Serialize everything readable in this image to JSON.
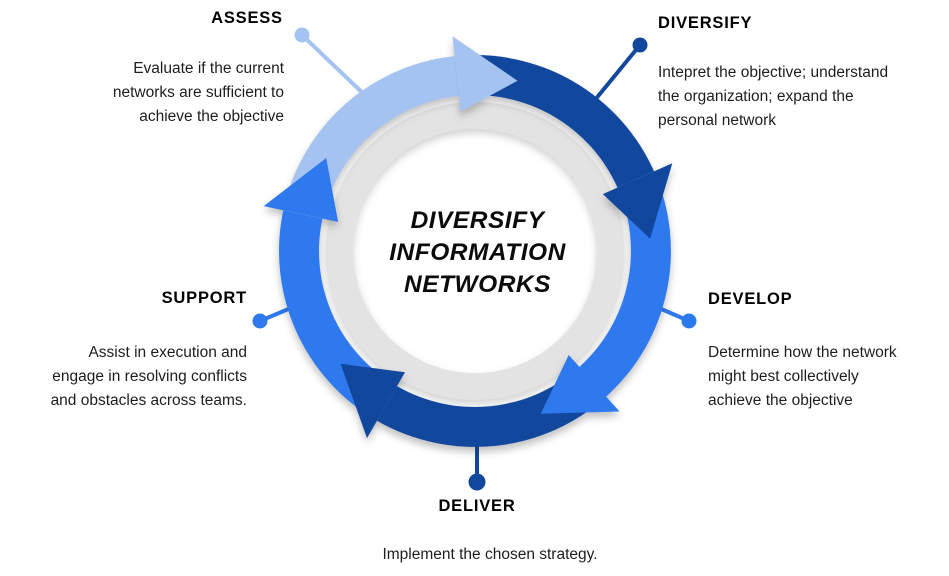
{
  "center": {
    "line1": "DIVERSIFY",
    "line2": "INFORMATION",
    "line3": "NETWORKS"
  },
  "colors": {
    "light_blue": "#A5C3F1",
    "navy": "#12479E",
    "bright_blue": "#2F79EE",
    "ring_gray": "#E3E3E3"
  },
  "stages": [
    {
      "label": "ASSESS",
      "color": "#A5C3F1",
      "desc_lines": [
        "Evaluate if the current",
        "networks are sufficient to",
        "achieve the objective"
      ]
    },
    {
      "label": "DIVERSIFY",
      "color": "#12479E",
      "desc_lines": [
        "Intepret the objective; understand",
        "the organization; expand the",
        "personal network"
      ]
    },
    {
      "label": "DEVELOP",
      "color": "#2F79EE",
      "desc_lines": [
        "Determine how the network",
        "might best collectively",
        "achieve the objective"
      ]
    },
    {
      "label": "DELIVER",
      "color": "#12479E",
      "desc_lines": [
        "Implement the chosen strategy."
      ]
    },
    {
      "label": "SUPPORT",
      "color": "#2F79EE",
      "desc_lines": [
        "Assist in execution and",
        "engage in resolving conflicts",
        "and obstacles across teams."
      ]
    }
  ]
}
